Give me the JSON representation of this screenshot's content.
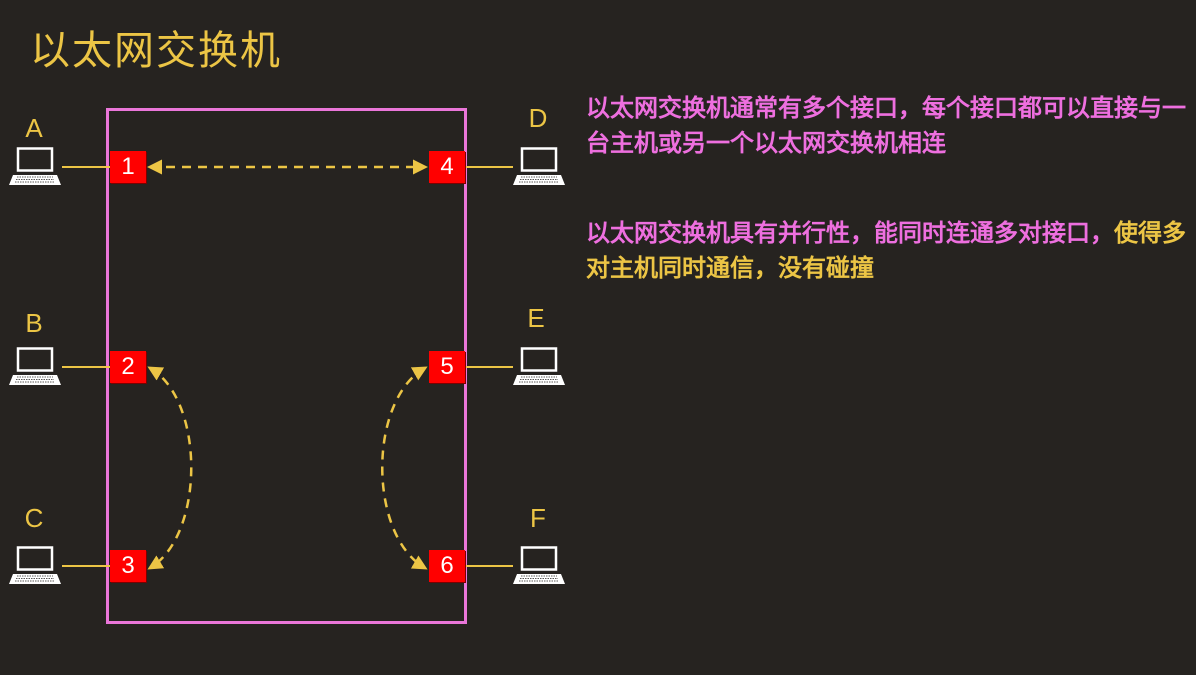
{
  "title": "以太网交换机",
  "hosts": {
    "a": "A",
    "b": "B",
    "c": "C",
    "d": "D",
    "e": "E",
    "f": "F"
  },
  "ports": {
    "p1": "1",
    "p2": "2",
    "p3": "3",
    "p4": "4",
    "p5": "5",
    "p6": "6"
  },
  "connections": [
    {
      "from": "1",
      "to": "4"
    },
    {
      "from": "2",
      "to": "3"
    },
    {
      "from": "5",
      "to": "6"
    }
  ],
  "text": {
    "ports_description": "以太网交换机通常有多个接口，每个接口都可以直接与一台主机或另一个以太网交换机相连",
    "parallel_description_pink": "以太网交换机具有并行性，能同时连通多对接口，",
    "parallel_description_yellow": "使得多对主机同时通信，没有碰撞"
  },
  "colors": {
    "background": "#262320",
    "title": "#ecc545",
    "switch_border": "#ea76d9",
    "port": "#ff0000",
    "link": "#ecc545",
    "text_pink": "#ee6fdf",
    "text_yellow": "#ecc545"
  },
  "icons": {
    "host": "laptop-icon"
  }
}
